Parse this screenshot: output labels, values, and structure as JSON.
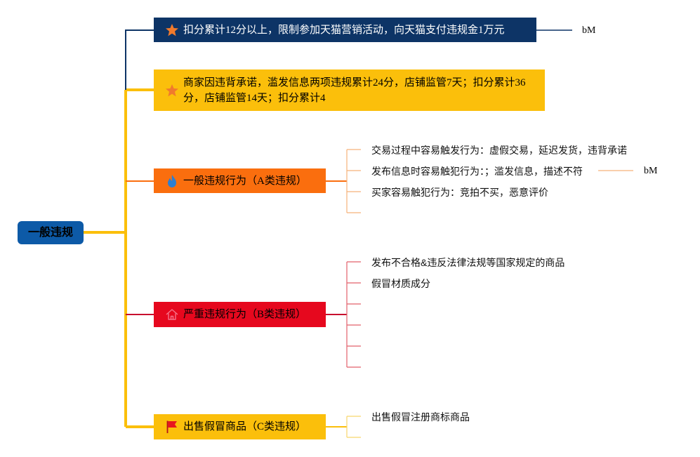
{
  "root": {
    "label": "一般违规",
    "color": "#0d5aa7"
  },
  "branches": [
    {
      "id": "b1",
      "label": "扣分累计12分以上，限制参加天猫营销活动，向天猫支付违规金1万元",
      "icon": "star-icon",
      "color": "#0d3466",
      "tag": "bM"
    },
    {
      "id": "b2",
      "label": "商家因违背承诺，滥发信息两项违规累计24分，店铺监管7天；扣分累计36分，店铺监管14天；扣分累计4",
      "icon": "star-icon",
      "color": "#fbbf0b"
    },
    {
      "id": "b3",
      "label": "一般违规行为（A类违规）",
      "icon": "flame-icon",
      "color": "#fa6e0e",
      "children": [
        "交易过程中容易触发行为：虚假交易，延迟发货，违背承诺",
        "发布信息时容易触犯行为：；滥发信息，描述不符",
        "买家容易触犯行为：竞拍不买，恶意评价",
        ""
      ],
      "tag": "bM"
    },
    {
      "id": "b4",
      "label": "严重违规行为（B类违规）",
      "icon": "house-icon",
      "color": "#e6081e",
      "children": [
        "发布不合格&违反法律法规等国家规定的商品",
        "假冒材质成分",
        "",
        "",
        "",
        ""
      ]
    },
    {
      "id": "b5",
      "label": "出售假冒商品（C类违规）",
      "icon": "flag-icon",
      "color": "#fbbf0b",
      "children": [
        "出售假冒注册商标商品",
        ""
      ]
    }
  ]
}
